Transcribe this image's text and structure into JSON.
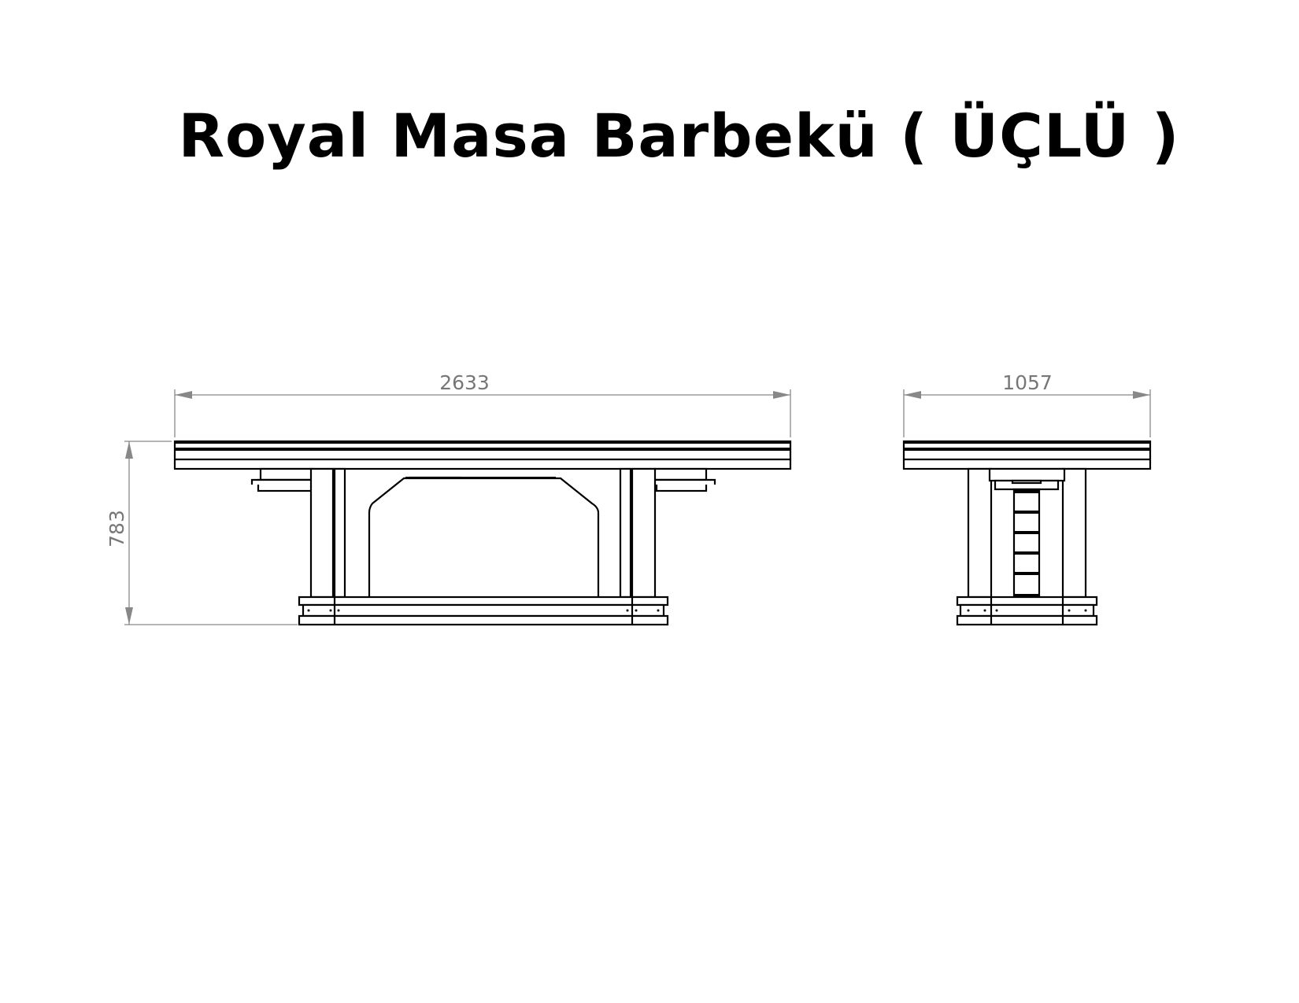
{
  "title": "Royal Masa Barbekü ( ÜÇLÜ )",
  "front_view": {
    "length_label": "2633",
    "height_label": "783"
  },
  "side_view": {
    "width_label": "1057"
  },
  "colors": {
    "line": "#000000",
    "dimension": "#888888"
  }
}
